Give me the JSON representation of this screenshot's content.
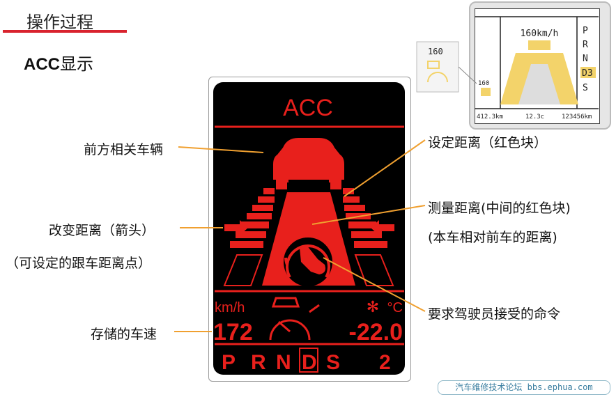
{
  "header": {
    "title": "操作过程",
    "subtitle_bold": "ACC",
    "subtitle_rest": "显示"
  },
  "labels": {
    "front_vehicle": "前方相关车辆",
    "change_distance": "改变距离（箭头）",
    "settable_point": "（可设定的跟车距离点）",
    "stored_speed": "存储的车速",
    "set_distance": "设定距离（红色块）",
    "measured_distance": "测量距离(中间的红色块)",
    "relative_distance": "(本车相对前车的距离)",
    "driver_command": "要求驾驶员接受的命令"
  },
  "display": {
    "mode": "ACC",
    "speed_unit": "km/h",
    "stored_speed": "172",
    "temp_unit": "°C",
    "temperature": "-22.0",
    "gears": [
      "P",
      "R",
      "N",
      "D",
      "S"
    ],
    "selected_gear": "D",
    "gear_number": "2"
  },
  "thumbnail": {
    "speed": "160km/h",
    "gears": [
      "P",
      "R",
      "N",
      "D3",
      "S"
    ],
    "selected_gear": "D3",
    "trip": "412.3km",
    "consumption": "12.3c",
    "odometer": "123456km",
    "popup_speed": "160",
    "mini_speed": "160"
  },
  "watermark": "汽车维修技术论坛 bbs.ephua.com",
  "colors": {
    "accent_red": "#d9232e",
    "display_red": "#e8201c",
    "thumb_yellow": "#f3d36a",
    "connector_orange": "#f0a030"
  }
}
